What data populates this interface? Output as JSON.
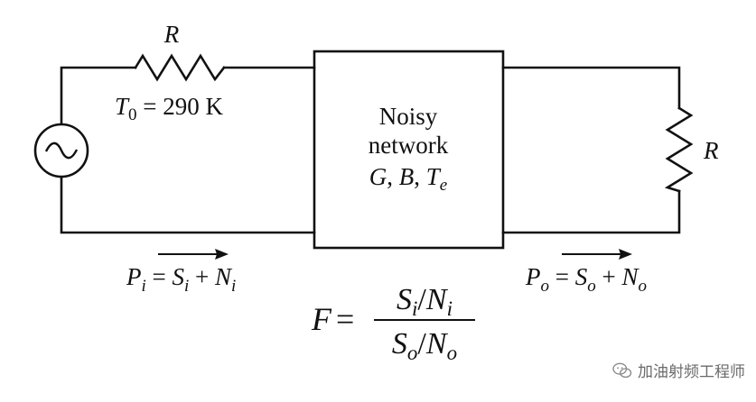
{
  "diagram": {
    "resistor_source_label": "R",
    "source_temp": {
      "symbol": "T",
      "sub": "0",
      "rest": " = 290 K"
    },
    "network_title_line1": "Noisy",
    "network_title_line2": "network",
    "network_params": {
      "G": "G",
      "c1": ", ",
      "B": "B",
      "c2": ", ",
      "T": "T",
      "sub": "e"
    },
    "resistor_load_label": "R",
    "input_power": {
      "P": "P",
      "Psub": "i",
      "eq": " = ",
      "S": "S",
      "Ssub": "i",
      "plus": " + ",
      "N": "N",
      "Nsub": "i"
    },
    "output_power": {
      "P": "P",
      "Psub": "o",
      "eq": " = ",
      "S": "S",
      "Ssub": "o",
      "plus": " + ",
      "N": "N",
      "Nsub": "o"
    },
    "formula": {
      "lhs": "F",
      "eq": "=",
      "num": {
        "S": "S",
        "Ssub": "i",
        "slash": "/",
        "N": "N",
        "Nsub": "i"
      },
      "den": {
        "S": "S",
        "Ssub": "o",
        "slash": "/",
        "N": "N",
        "Nsub": "o"
      }
    }
  },
  "watermark": {
    "text": "加油射频工程师",
    "icon": "wechat-icon"
  }
}
